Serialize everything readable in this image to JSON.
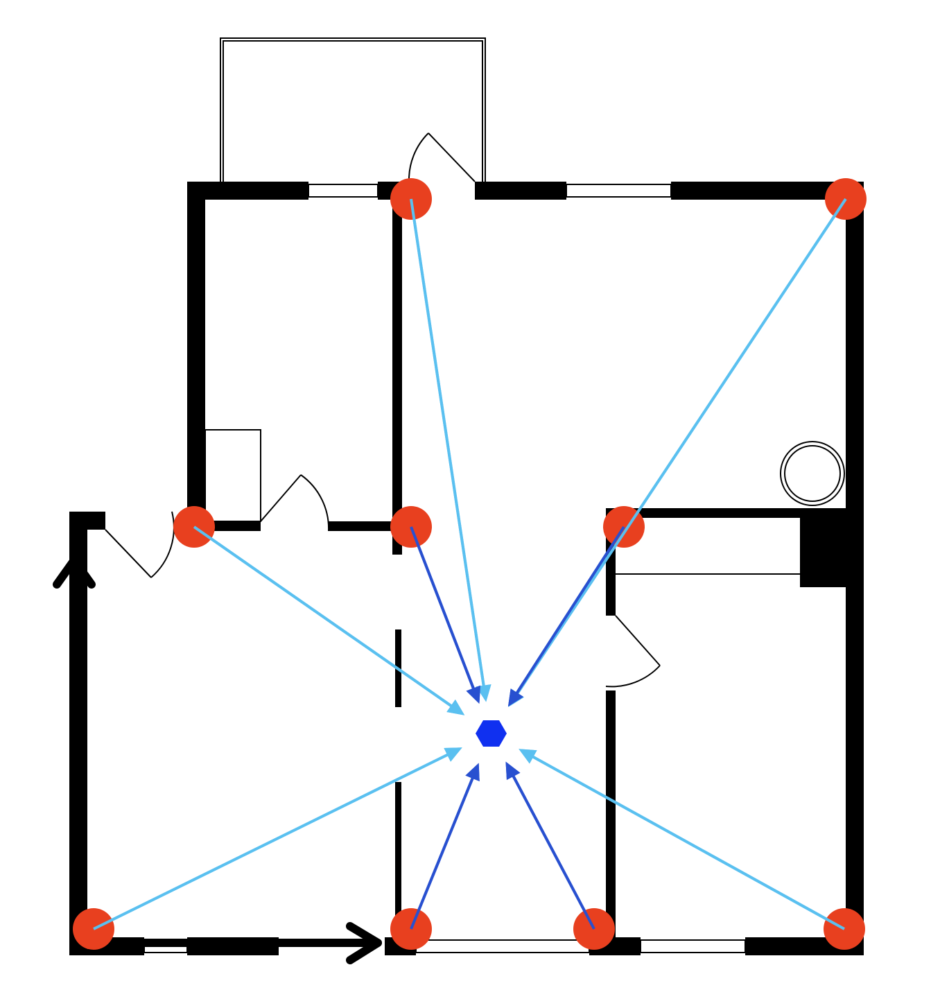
{
  "diagram": {
    "colors": {
      "background": "#ffffff",
      "wall": "#000000",
      "node": "#e8401f",
      "hub": "#1030f0",
      "long_link": "#5ac0f0",
      "short_link": "#2850d0",
      "axis_arrow": "#000000"
    },
    "icons": {
      "node": "red-circle",
      "hub": "blue-hexagon",
      "axis": "black-arrow"
    }
  }
}
